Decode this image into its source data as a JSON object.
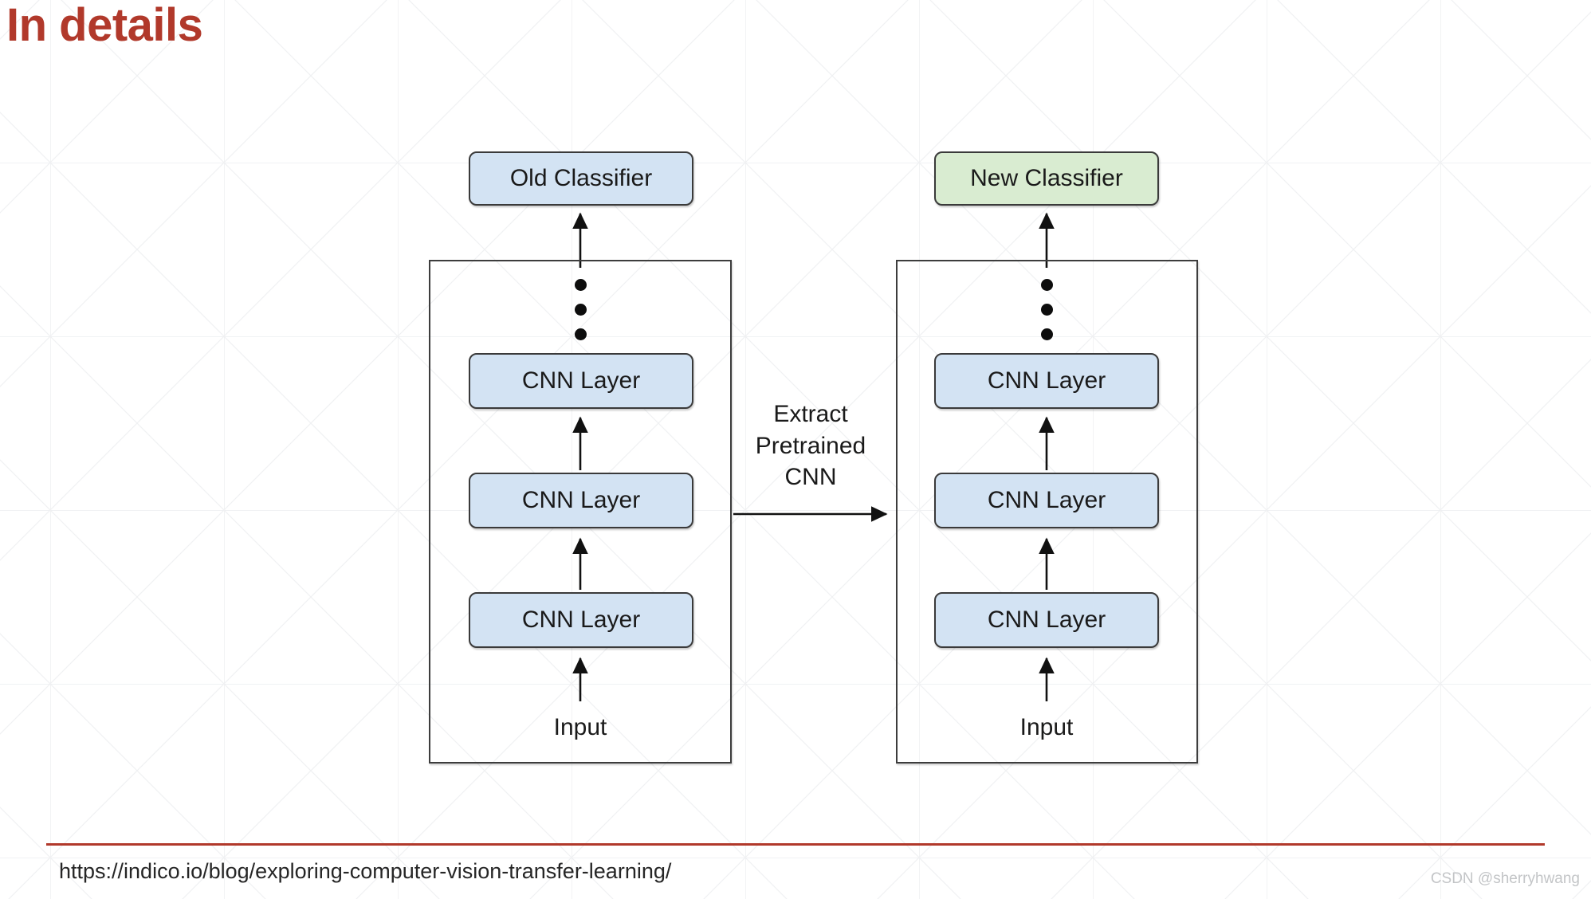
{
  "slide": {
    "title": "In details",
    "title_color": "#b1392b",
    "background_color": "#ffffff"
  },
  "diagram": {
    "type": "flowchart",
    "description": "Transfer learning: pretrained CNN stack reused with a new classifier",
    "columns": [
      {
        "id": "source-model",
        "classifier": {
          "label": "Old Classifier",
          "fill_color": "#d3e3f3",
          "border_color": "#3a3a3a"
        },
        "ellipsis_dots": 3,
        "layers": [
          {
            "label": "CNN Layer",
            "fill_color": "#d3e3f3"
          },
          {
            "label": "CNN Layer",
            "fill_color": "#d3e3f3"
          },
          {
            "label": "CNN Layer",
            "fill_color": "#d3e3f3"
          }
        ],
        "input_label": "Input"
      },
      {
        "id": "target-model",
        "classifier": {
          "label": "New Classifier",
          "fill_color": "#d9ecd1",
          "border_color": "#3a3a3a"
        },
        "ellipsis_dots": 3,
        "layers": [
          {
            "label": "CNN Layer",
            "fill_color": "#d3e3f3"
          },
          {
            "label": "CNN Layer",
            "fill_color": "#d3e3f3"
          },
          {
            "label": "CNN Layer",
            "fill_color": "#d3e3f3"
          }
        ],
        "input_label": "Input"
      }
    ],
    "transfer_arrow": {
      "line1": "Extract",
      "line2": "Pretrained",
      "line3": "CNN",
      "direction": "right"
    }
  },
  "footer": {
    "rule_color": "#b1392b",
    "source_url": "https://indico.io/blog/exploring-computer-vision-transfer-learning/",
    "watermark": "CSDN @sherryhwang"
  }
}
